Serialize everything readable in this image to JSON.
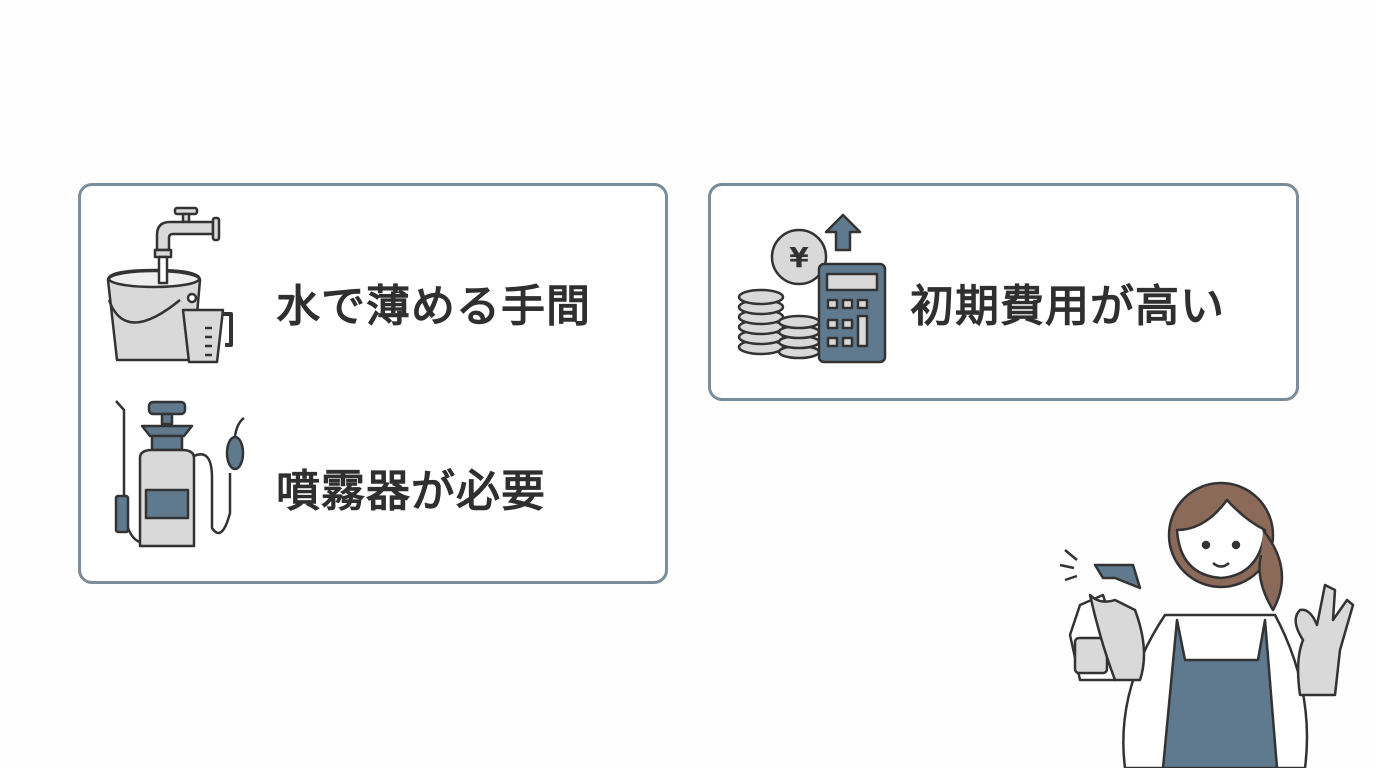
{
  "cards": [
    {
      "items": [
        {
          "icon": "faucet-bucket-measuring-cup-icon",
          "label": "水で薄める手間"
        },
        {
          "icon": "pressure-sprayer-icon",
          "label": "噴霧器が必要"
        }
      ]
    },
    {
      "items": [
        {
          "icon": "yen-coins-calculator-up-arrow-icon",
          "label": "初期費用が高い",
          "symbol": "¥"
        }
      ]
    }
  ],
  "character": {
    "icon": "woman-apron-spray-ok-gesture-icon"
  },
  "colors": {
    "border": "#7b8c9a",
    "accent": "#5f7a8e",
    "gray_fill": "#d9d9d9",
    "text": "#2f2f2f",
    "hair": "#8b6a5a"
  }
}
